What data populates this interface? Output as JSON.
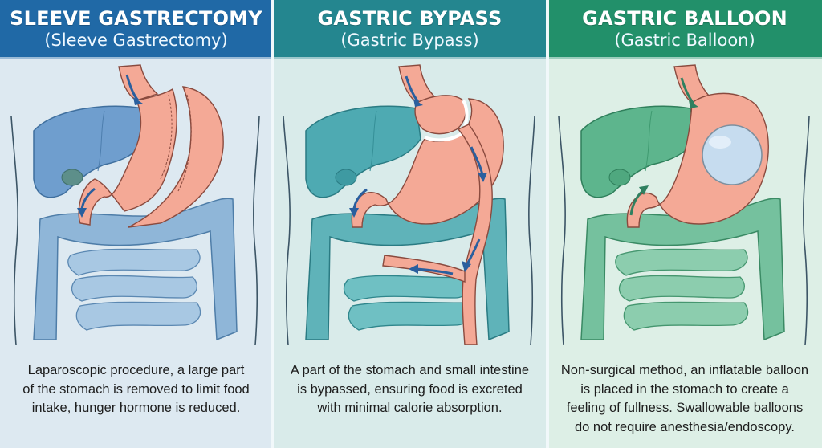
{
  "panels": [
    {
      "id": "sleeve",
      "title": "SLEEVE GASTRECTOMY",
      "subtitle": "(Sleeve Gastrectomy)",
      "header_color": "#2069a6",
      "organ_color": "#6f9ece",
      "organ_stroke": "#3f6f9e",
      "arrow_color": "#2a5f9e",
      "description": "Laparoscopic procedure, a large part\nof the stomach is removed to limit food\nintake, hunger hormone is reduced."
    },
    {
      "id": "bypass",
      "title": "GASTRIC BYPASS",
      "subtitle": "(Gastric Bypass)",
      "header_color": "#24868f",
      "organ_color": "#4eaab2",
      "organ_stroke": "#2a7b83",
      "arrow_color": "#2a5f9e",
      "description": "A part of the stomach and small intestine\nis bypassed, ensuring food is excreted\nwith minimal calorie absorption."
    },
    {
      "id": "balloon",
      "title": "GASTRIC BALLOON",
      "subtitle": "(Gastric Balloon)",
      "header_color": "#22906a",
      "organ_color": "#5db58d",
      "organ_stroke": "#2f7f5b",
      "arrow_color": "#2f8060",
      "description": "Non-surgical method, an inflatable balloon\nis placed in the stomach to create a\nfeeling of fullness. Swallowable balloons\ndo not require anesthesia/endoscopy."
    }
  ],
  "colors": {
    "stomach_fill": "#f4a996",
    "stomach_light": "#f9c8b8",
    "stomach_stroke": "#8a4a3e",
    "balloon_fill": "#c6dcef",
    "balloon_stroke": "#7d8f9e",
    "body_outline": "#3c5566"
  }
}
